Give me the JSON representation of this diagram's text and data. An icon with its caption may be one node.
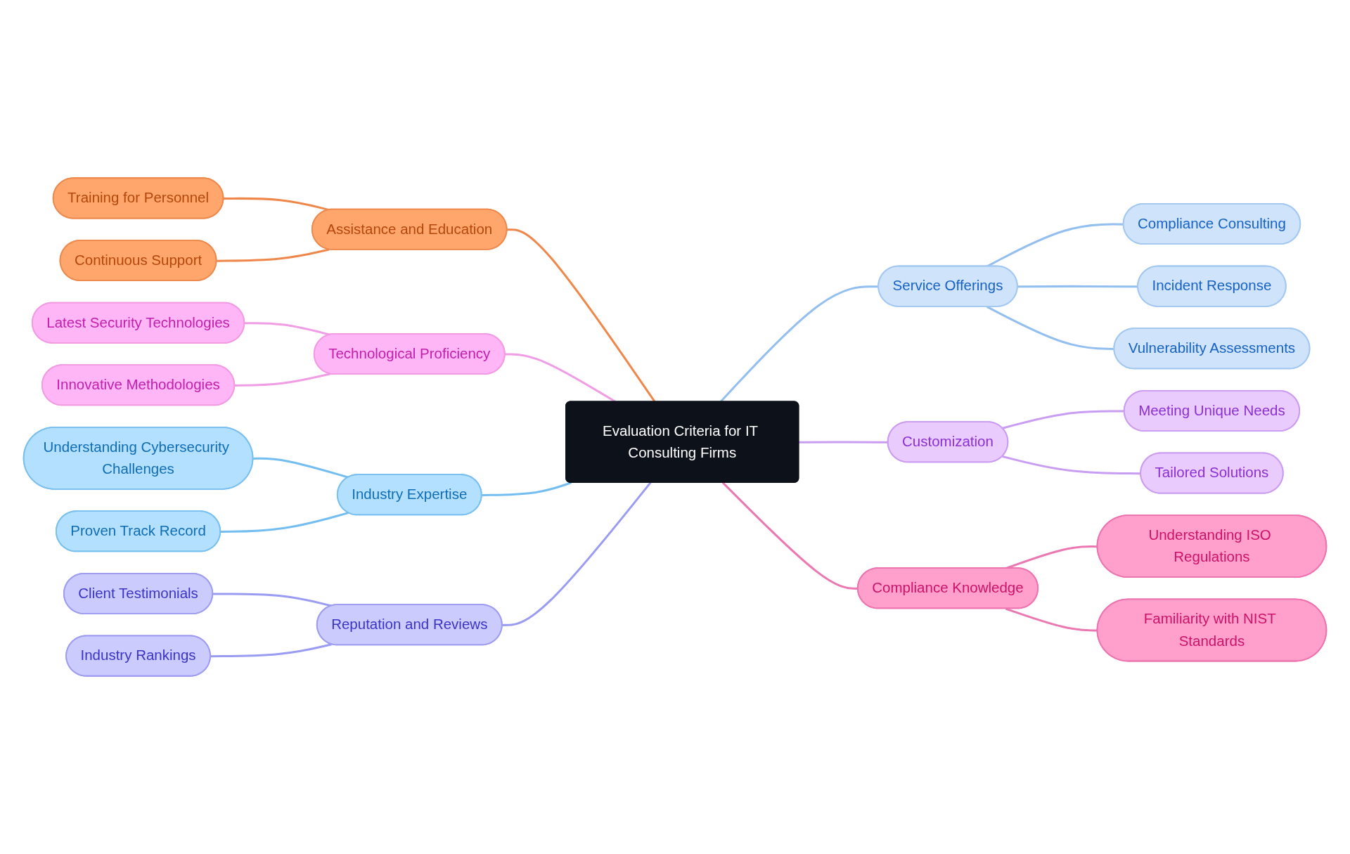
{
  "diagram": {
    "nodes": [
      {
        "text": [
          "Evaluation Criteria for IT Consulting Firms"
        ]
      },
      {
        "text": [
          "Assistance and Education"
        ]
      },
      {
        "text": [
          "Training for Personnel"
        ]
      },
      {
        "text": [
          "Continuous Support"
        ]
      },
      {
        "text": [
          "Service Offerings"
        ]
      },
      {
        "text": [
          "Compliance Consulting"
        ]
      },
      {
        "text": [
          "Incident Response"
        ]
      },
      {
        "text": [
          "Vulnerability Assessments"
        ]
      },
      {
        "text": [
          "Customization"
        ]
      },
      {
        "text": [
          "Meeting Unique Needs"
        ]
      },
      {
        "text": [
          "Tailored Solutions"
        ]
      },
      {
        "text": [
          "Compliance Knowledge"
        ]
      },
      {
        "text": [
          "Understanding ISO Regulations"
        ]
      },
      {
        "text": [
          "Familiarity with NIST Standards"
        ]
      },
      {
        "text": [
          "Technological Proficiency"
        ]
      },
      {
        "text": [
          "Latest Security Technologies"
        ]
      },
      {
        "text": [
          "Innovative Methodologies"
        ]
      },
      {
        "text": [
          "Industry Expertise"
        ]
      },
      {
        "text": [
          "Understanding Cybersecurity Challenges"
        ]
      },
      {
        "text": [
          "Proven Track Record"
        ]
      },
      {
        "text": [
          "Reputation and Reviews"
        ]
      },
      {
        "text": [
          "Client Testimonials"
        ]
      },
      {
        "text": [
          "Industry Rankings"
        ]
      }
    ],
    "edges": [
      {
        "from": 1,
        "to": 0,
        "arrow": "none",
        "color": "#f0874a"
      },
      {
        "from": 2,
        "to": 1,
        "arrow": "none",
        "color": "#f0874a"
      },
      {
        "from": 3,
        "to": 1,
        "arrow": "none",
        "color": "#f0874a"
      },
      {
        "from": 0,
        "to": 4,
        "arrow": "none",
        "color": "#93bff0"
      },
      {
        "from": 4,
        "to": 5,
        "arrow": "none",
        "color": "#93bff0"
      },
      {
        "from": 4,
        "to": 6,
        "arrow": "none",
        "color": "#93bff0"
      },
      {
        "from": 4,
        "to": 7,
        "arrow": "none",
        "color": "#93bff0"
      },
      {
        "from": 0,
        "to": 8,
        "arrow": "none",
        "color": "#c99df2"
      },
      {
        "from": 8,
        "to": 9,
        "arrow": "none",
        "color": "#c99df2"
      },
      {
        "from": 8,
        "to": 10,
        "arrow": "none",
        "color": "#c99df2"
      },
      {
        "from": 0,
        "to": 11,
        "arrow": "none",
        "color": "#eb78b1"
      },
      {
        "from": 11,
        "to": 12,
        "arrow": "none",
        "color": "#eb78b1"
      },
      {
        "from": 11,
        "to": 13,
        "arrow": "none",
        "color": "#eb78b1"
      },
      {
        "from": 14,
        "to": 0,
        "arrow": "none",
        "color": "#f19de6"
      },
      {
        "from": 15,
        "to": 14,
        "arrow": "none",
        "color": "#f19de6"
      },
      {
        "from": 16,
        "to": 14,
        "arrow": "none",
        "color": "#f19de6"
      },
      {
        "from": 17,
        "to": 0,
        "arrow": "none",
        "color": "#74bdf0"
      },
      {
        "from": 18,
        "to": 17,
        "arrow": "none",
        "color": "#74bdf0"
      },
      {
        "from": 19,
        "to": 17,
        "arrow": "none",
        "color": "#74bdf0"
      },
      {
        "from": 20,
        "to": 0,
        "arrow": "none",
        "color": "#9a9bf2"
      },
      {
        "from": 21,
        "to": 20,
        "arrow": "none",
        "color": "#9a9bf2"
      },
      {
        "from": 22,
        "to": 20,
        "arrow": "none",
        "color": "#9a9bf2"
      }
    ]
  }
}
